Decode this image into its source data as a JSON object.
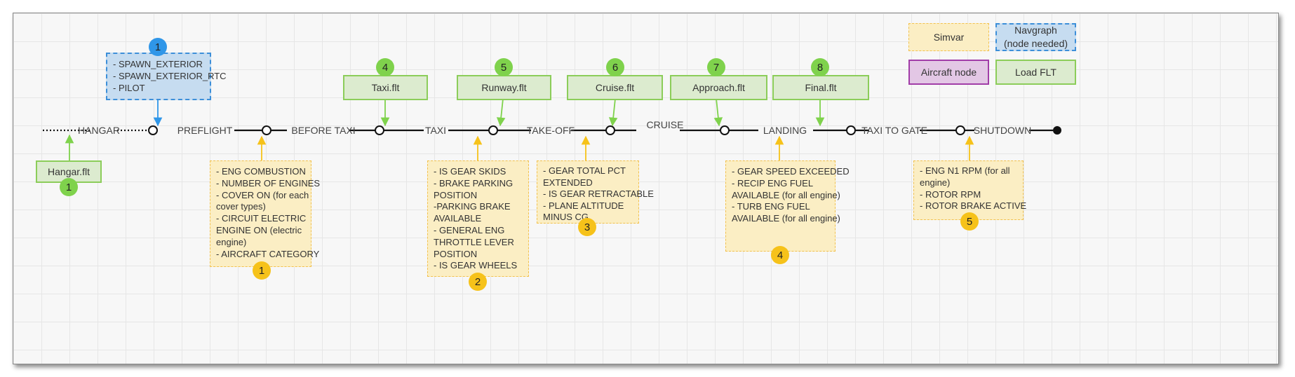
{
  "legend": {
    "simvar": "Simvar",
    "navgraph_line1": "Navgraph",
    "navgraph_line2": "(node needed)",
    "aircraft_node": "Aircraft node",
    "load_flt": "Load FLT"
  },
  "phases": {
    "hangar": "HANGAR",
    "preflight": "PREFLIGHT",
    "before_taxi": "BEFORE TAXI",
    "taxi": "TAXI",
    "take_off": "TAKE-OFF",
    "cruise": "CRUISE",
    "landing": "LANDING",
    "taxi_to_gate": "TAXI TO GATE",
    "shutdown": "SHUTDOWN"
  },
  "navgraph_box": {
    "badge": "1",
    "items": [
      "- SPAWN_EXTERIOR",
      "- SPAWN_EXTERIOR_RTC",
      "- PILOT"
    ]
  },
  "flt_boxes": [
    {
      "badge": "1",
      "label": "Hangar.flt"
    },
    {
      "badge": "4",
      "label": "Taxi.flt"
    },
    {
      "badge": "5",
      "label": "Runway.flt"
    },
    {
      "badge": "6",
      "label": "Cruise.flt"
    },
    {
      "badge": "7",
      "label": "Approach.flt"
    },
    {
      "badge": "8",
      "label": "Final.flt"
    }
  ],
  "simvar_boxes": [
    {
      "badge": "1",
      "items": [
        "- ENG COMBUSTION",
        "- NUMBER OF ENGINES",
        "- COVER ON (for each",
        "cover types)",
        "- CIRCUIT ELECTRIC",
        "ENGINE ON (electric",
        "engine)",
        "- AIRCRAFT CATEGORY"
      ]
    },
    {
      "badge": "2",
      "items": [
        "- IS GEAR SKIDS",
        "- BRAKE PARKING",
        "POSITION",
        "-PARKING BRAKE",
        "AVAILABLE",
        "- GENERAL ENG",
        "THROTTLE LEVER",
        "POSITION",
        "- IS GEAR WHEELS"
      ]
    },
    {
      "badge": "3",
      "items": [
        "- GEAR TOTAL PCT",
        "EXTENDED",
        "- IS GEAR RETRACTABLE",
        "- PLANE ALTITUDE",
        "MINUS CG"
      ]
    },
    {
      "badge": "4",
      "items": [
        "- GEAR SPEED EXCEEDED",
        "- RECIP ENG FUEL",
        "AVAILABLE (for all engine)",
        "- TURB ENG FUEL",
        "AVAILABLE (for all engine)"
      ]
    },
    {
      "badge": "5",
      "items": [
        "- ENG N1 RPM (for all",
        "engine)",
        "- ROTOR RPM",
        "- ROTOR BRAKE ACTIVE"
      ]
    }
  ],
  "colors": {
    "simvar_fill": "#fbeec4",
    "simvar_border": "#f2c14e",
    "navgraph_fill": "#c6dcf0",
    "navgraph_border": "#3d8fd9",
    "aircraft_fill": "#e3c7e5",
    "aircraft_border": "#a13da8",
    "flt_fill": "#dcebcf",
    "flt_border": "#8ccd5a"
  }
}
